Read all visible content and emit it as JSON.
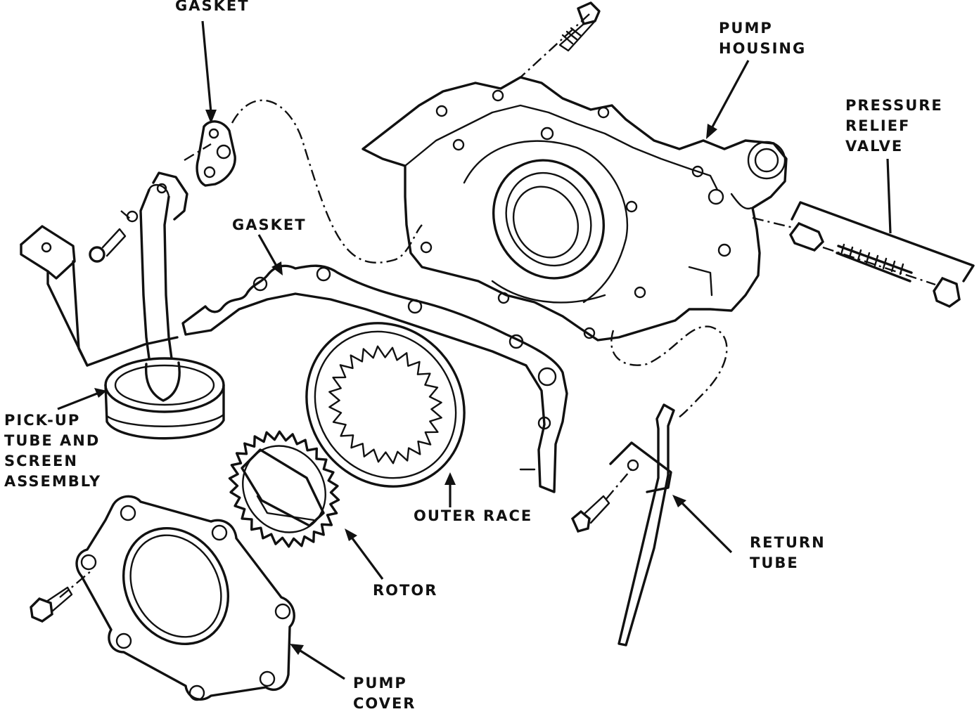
{
  "figure": {
    "labels": {
      "gasket_top": [
        "GASKET"
      ],
      "pump_housing": [
        "PUMP",
        "HOUSING"
      ],
      "pressure_relief_valve": [
        "PRESSURE",
        "RELIEF",
        "VALVE"
      ],
      "gasket_middle": [
        "GASKET"
      ],
      "pickup_tube": [
        "PICK-UP",
        "TUBE AND",
        "SCREEN",
        "ASSEMBLY"
      ],
      "outer_race": [
        "OUTER RACE"
      ],
      "return_tube": [
        "RETURN",
        "TUBE"
      ],
      "rotor": [
        "ROTOR"
      ],
      "pump_cover": [
        "PUMP",
        "COVER"
      ]
    }
  }
}
